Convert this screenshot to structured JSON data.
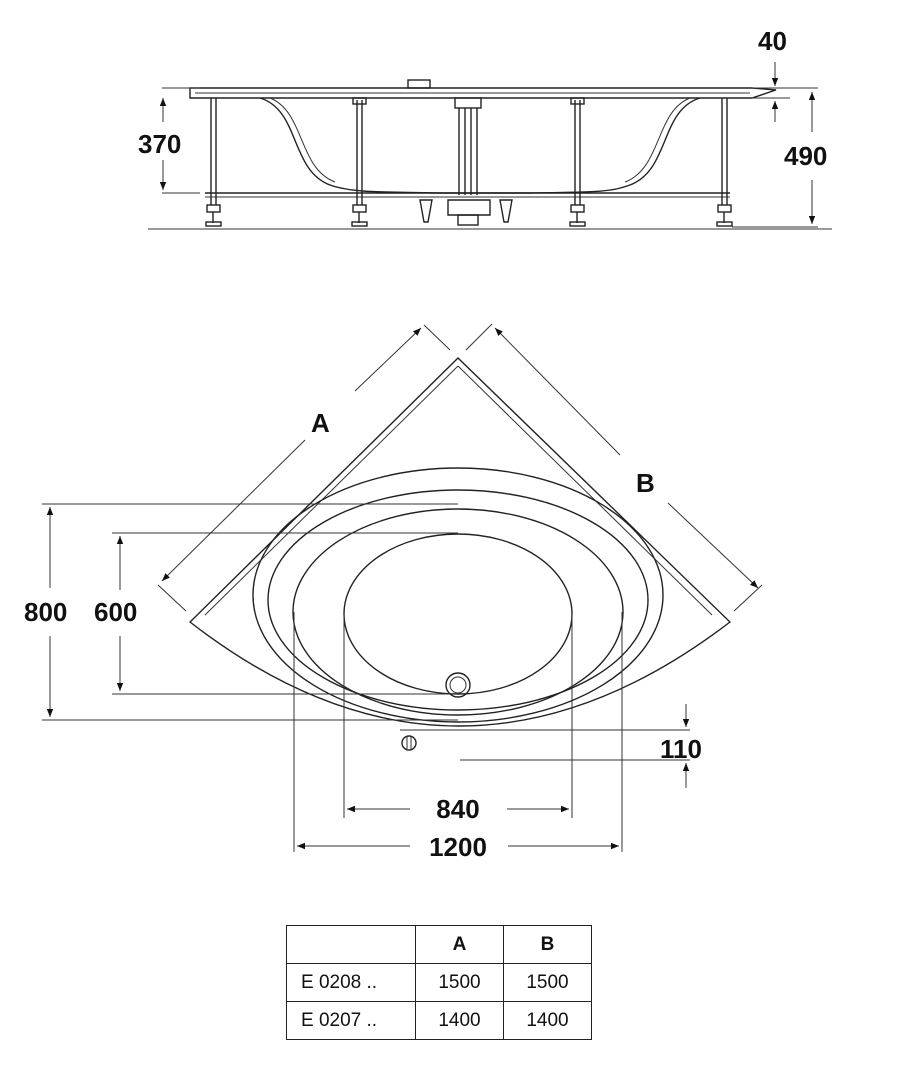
{
  "side_view": {
    "dims": {
      "rim": "40",
      "depth": "370",
      "height": "490"
    }
  },
  "top_view": {
    "labels": {
      "a": "A",
      "b": "B"
    },
    "dims": {
      "outer_depth": "800",
      "inner_depth": "600",
      "offset": "110",
      "inner_width": "840",
      "outer_width": "1200"
    }
  },
  "spec_table": {
    "headers": [
      "",
      "A",
      "B"
    ],
    "rows": [
      {
        "model": "E 0208 ..",
        "a": "1500",
        "b": "1500"
      },
      {
        "model": "E 0207 ..",
        "a": "1400",
        "b": "1400"
      }
    ]
  }
}
